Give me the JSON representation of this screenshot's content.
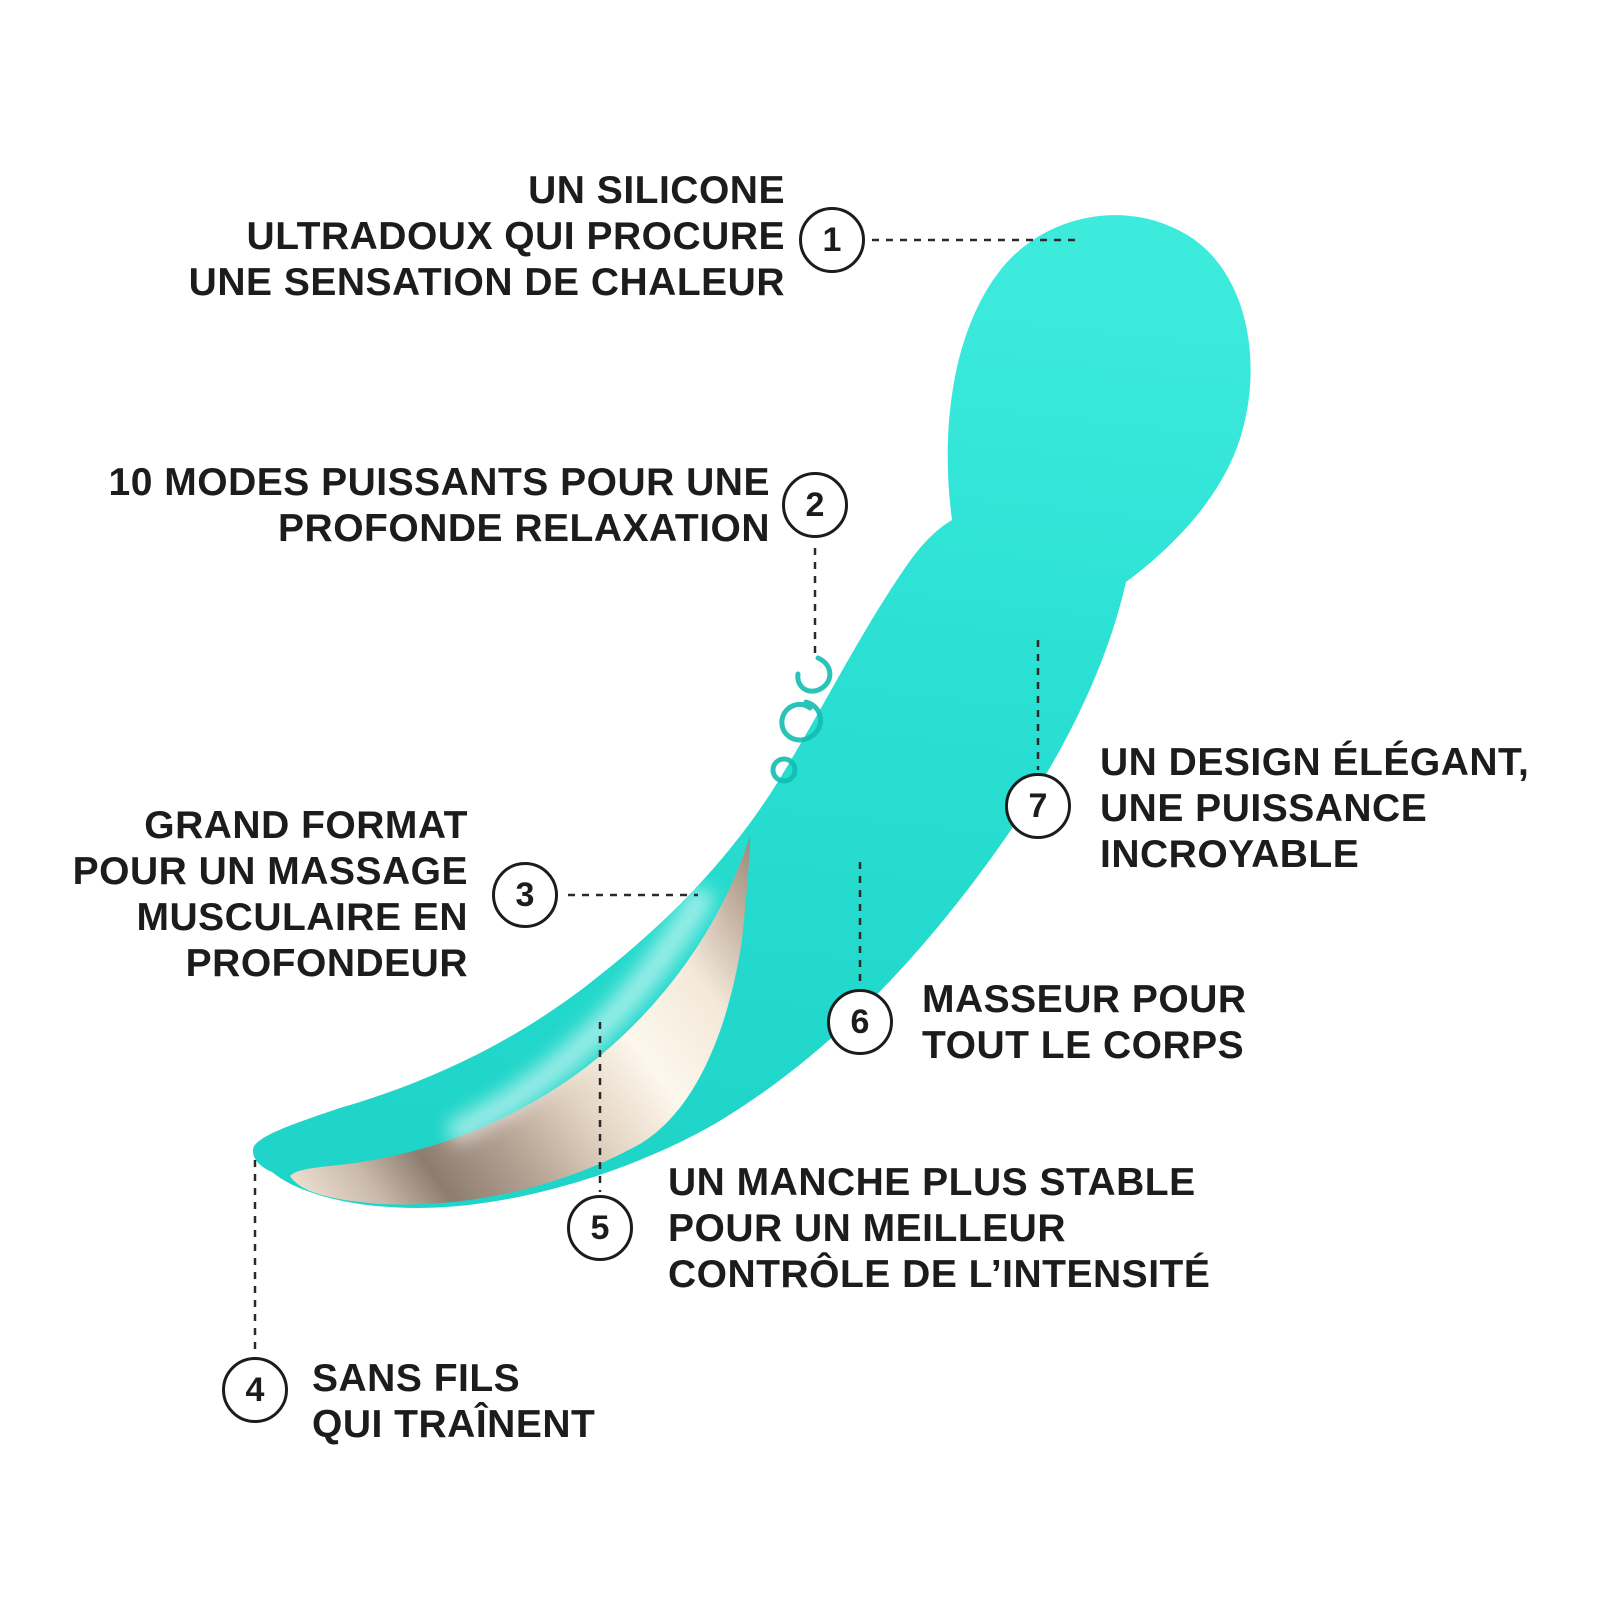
{
  "page": {
    "background": "#ffffff"
  },
  "product": {
    "name": "smart-wand-massager",
    "body_color": "#2ae0d3",
    "chrome_highlight": "#fdf7ec",
    "chrome_shadow": "#8d7d70",
    "accent_text_color": "#1c1c1c"
  },
  "callouts": [
    {
      "number": "1",
      "text": "UN SILICONE\nULTRADOUX QUI PROCURE\nUNE SENSATION DE CHALEUR"
    },
    {
      "number": "2",
      "text": "10 MODES PUISSANTS POUR UNE\nPROFONDE RELAXATION"
    },
    {
      "number": "3",
      "text": "GRAND FORMAT\nPOUR UN MASSAGE\nMUSCULAIRE EN\nPROFONDEUR"
    },
    {
      "number": "4",
      "text": "SANS FILS\nQUI TRAÎNENT"
    },
    {
      "number": "5",
      "text": "UN MANCHE PLUS STABLE\nPOUR UN MEILLEUR\nCONTRÔLE DE L’INTENSITÉ"
    },
    {
      "number": "6",
      "text": "MASSEUR POUR\nTOUT LE CORPS"
    },
    {
      "number": "7",
      "text": "UN DESIGN ÉLÉGANT,\nUNE PUISSANCE\nINCROYABLE"
    }
  ]
}
